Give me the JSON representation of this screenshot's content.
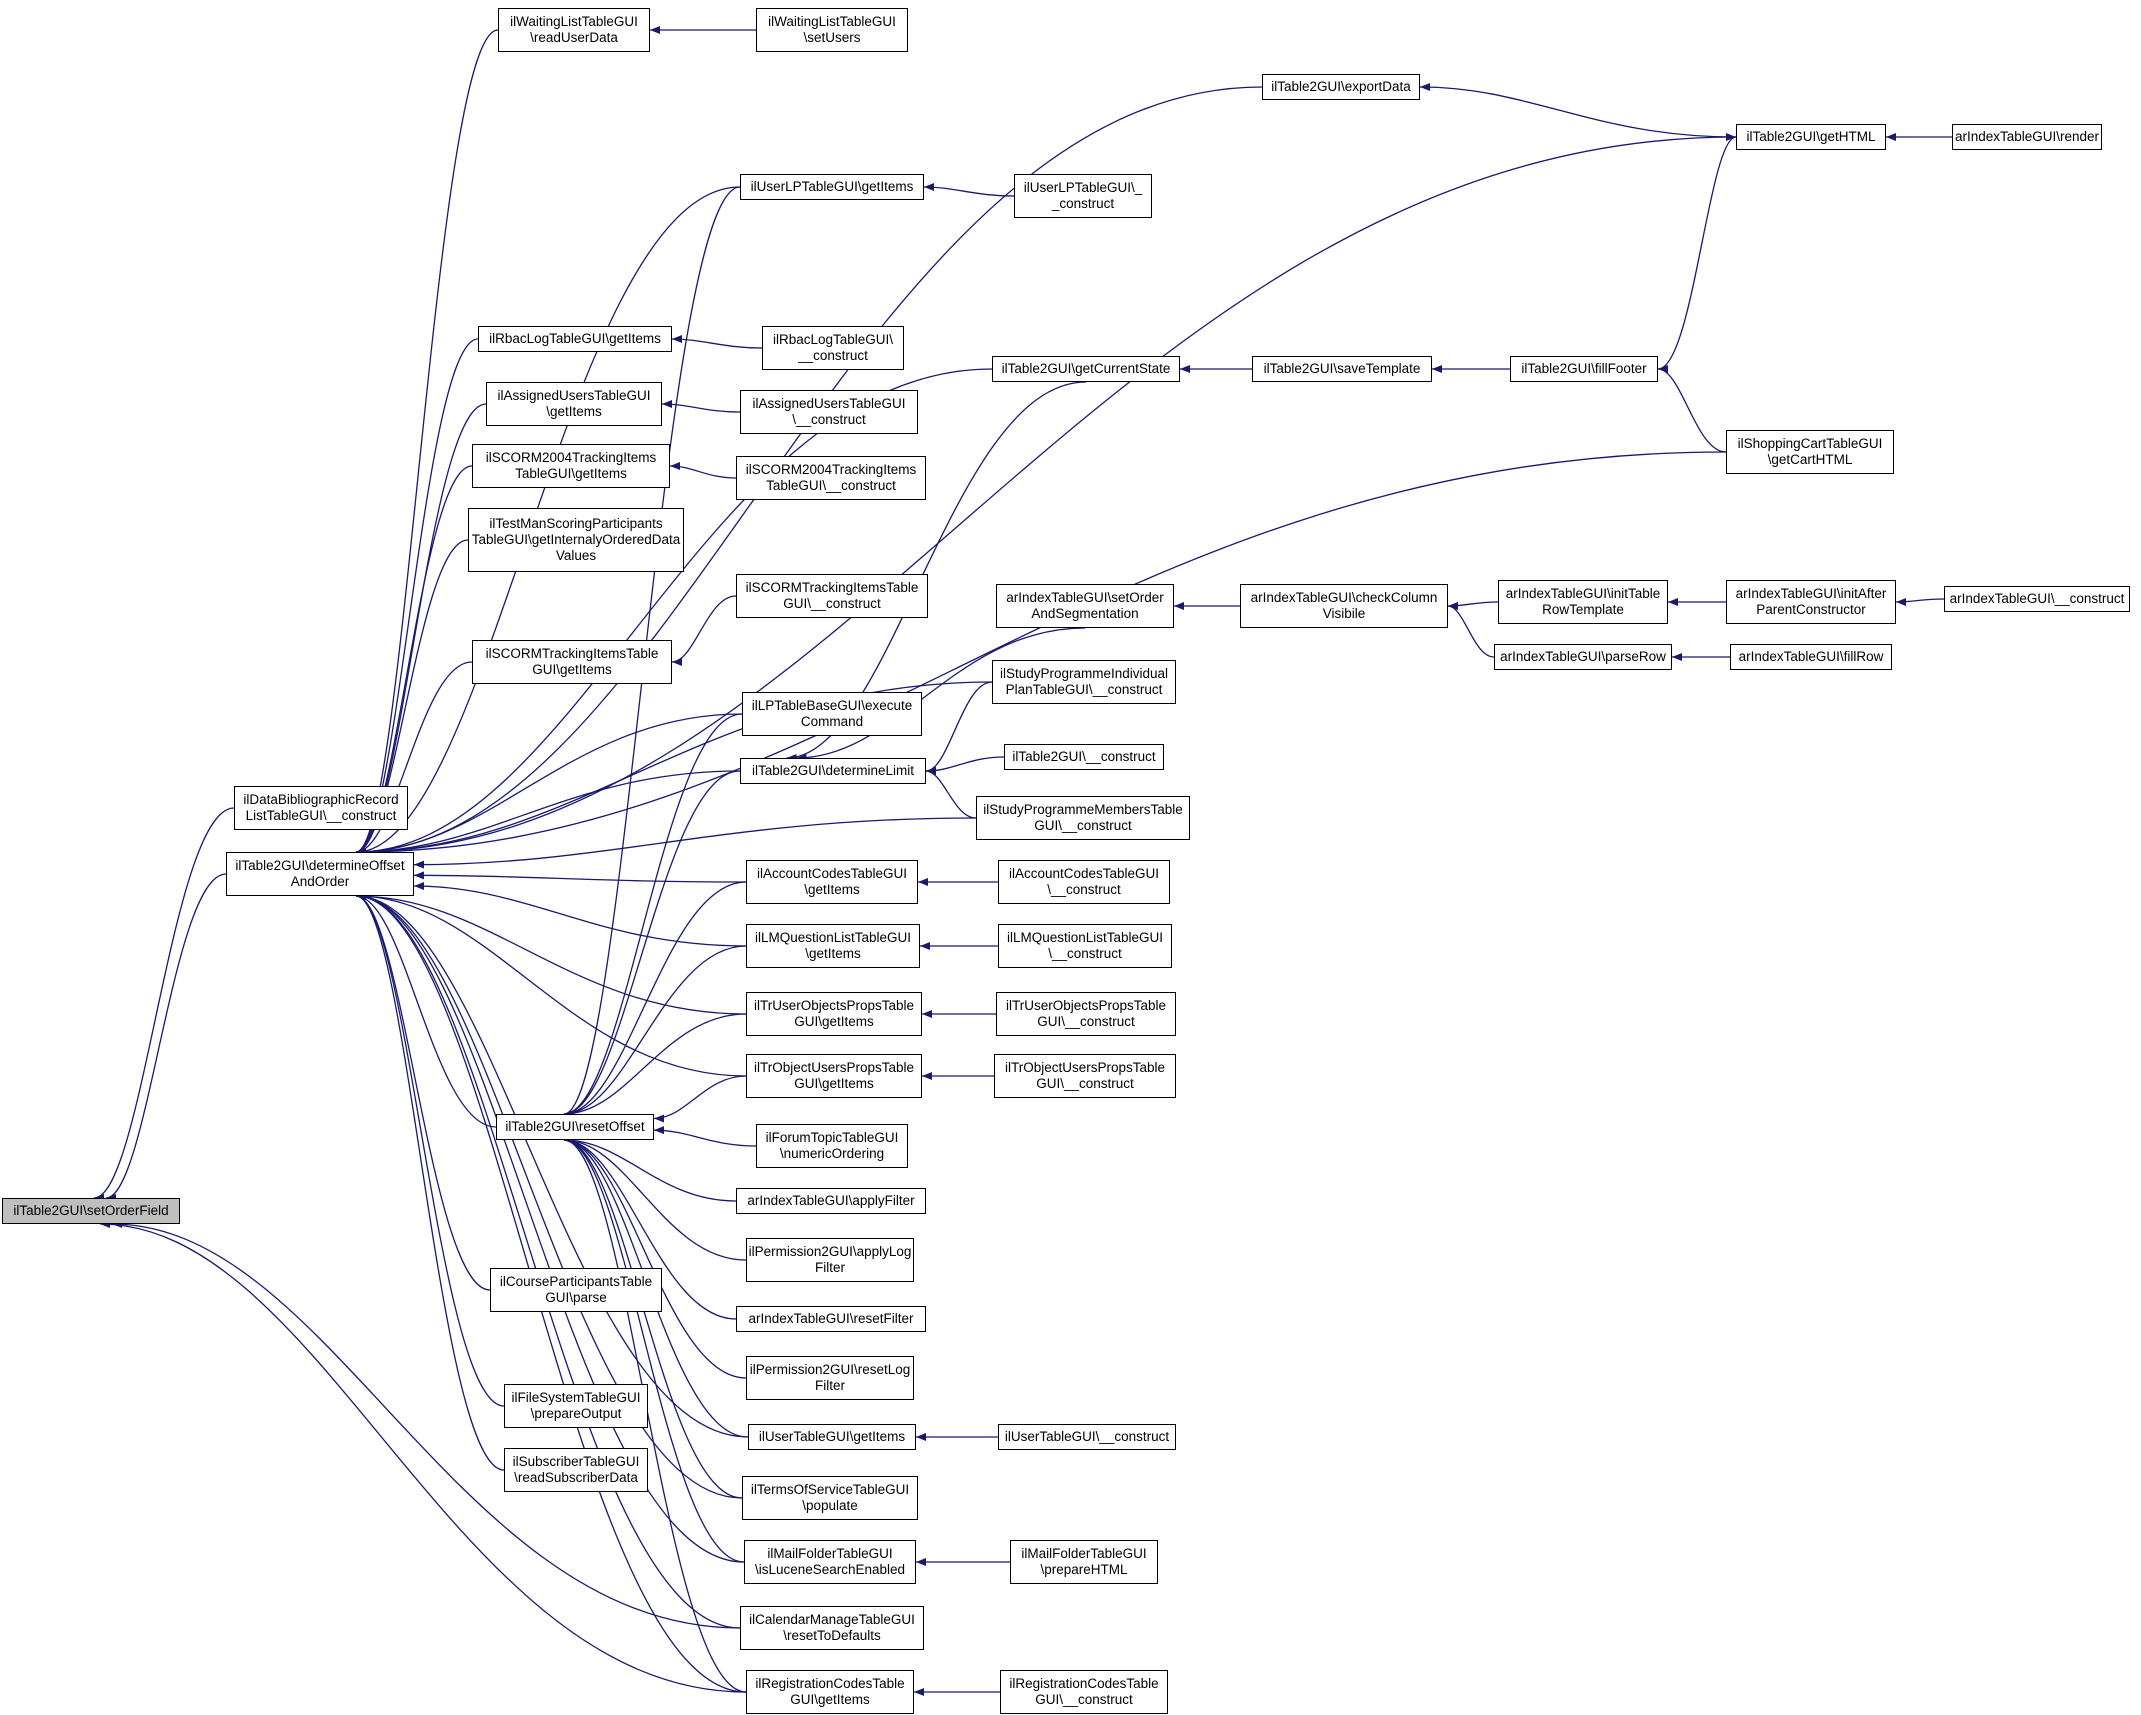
{
  "colors": {
    "edge": "#191970",
    "node_border": "#000000",
    "focus_fill": "#bfbfbf",
    "node_fill": "#ffffff"
  },
  "nodes": [
    {
      "id": "n0",
      "lines": [
        "ilTable2GUI\\setOrderField"
      ],
      "focus": true
    },
    {
      "id": "n1",
      "lines": [
        "ilDataBibliographicRecord",
        "ListTableGUI\\__construct"
      ]
    },
    {
      "id": "n2",
      "lines": [
        "ilTable2GUI\\determineOffset",
        "AndOrder"
      ]
    },
    {
      "id": "n3",
      "lines": [
        "ilCalendarManageTableGUI",
        "\\resetToDefaults"
      ]
    },
    {
      "id": "n4",
      "lines": [
        "ilRegistrationCodesTable",
        "GUI\\getItems"
      ]
    },
    {
      "id": "n5",
      "lines": [
        "ilWaitingListTableGUI",
        "\\readUserData"
      ]
    },
    {
      "id": "n6",
      "lines": [
        "ilWaitingListTableGUI",
        "\\setUsers"
      ]
    },
    {
      "id": "n7",
      "lines": [
        "ilTable2GUI\\exportData"
      ]
    },
    {
      "id": "n8",
      "lines": [
        "ilTable2GUI\\getHTML"
      ]
    },
    {
      "id": "n9",
      "lines": [
        "arIndexTableGUI\\render"
      ]
    },
    {
      "id": "n10",
      "lines": [
        "ilUserLPTableGUI\\getItems"
      ]
    },
    {
      "id": "n11",
      "lines": [
        "ilUserLPTableGUI\\_",
        "_construct"
      ]
    },
    {
      "id": "n12",
      "lines": [
        "ilRbacLogTableGUI\\getItems"
      ]
    },
    {
      "id": "n13",
      "lines": [
        "ilRbacLogTableGUI\\",
        "__construct"
      ]
    },
    {
      "id": "n14",
      "lines": [
        "ilAssignedUsersTableGUI",
        "\\getItems"
      ]
    },
    {
      "id": "n15",
      "lines": [
        "ilAssignedUsersTableGUI",
        "\\__construct"
      ]
    },
    {
      "id": "n16",
      "lines": [
        "ilSCORM2004TrackingItems",
        "TableGUI\\getItems"
      ]
    },
    {
      "id": "n17",
      "lines": [
        "ilSCORM2004TrackingItems",
        "TableGUI\\__construct"
      ]
    },
    {
      "id": "n18",
      "lines": [
        "ilTestManScoringParticipants",
        "TableGUI\\getInternalyOrderedData",
        "Values"
      ]
    },
    {
      "id": "n19",
      "lines": [
        "ilSCORMTrackingItemsTable",
        "GUI\\getItems"
      ]
    },
    {
      "id": "n20",
      "lines": [
        "ilSCORMTrackingItemsTable",
        "GUI\\__construct"
      ]
    },
    {
      "id": "n21",
      "lines": [
        "ilTable2GUI\\getCurrentState"
      ]
    },
    {
      "id": "n22",
      "lines": [
        "ilTable2GUI\\saveTemplate"
      ]
    },
    {
      "id": "n23",
      "lines": [
        "ilTable2GUI\\fillFooter"
      ]
    },
    {
      "id": "n24",
      "lines": [
        "ilShoppingCartTableGUI",
        "\\getCartHTML"
      ]
    },
    {
      "id": "n25",
      "lines": [
        "arIndexTableGUI\\setOrder",
        "AndSegmentation"
      ]
    },
    {
      "id": "n26",
      "lines": [
        "arIndexTableGUI\\checkColumn",
        "Visibile"
      ]
    },
    {
      "id": "n27",
      "lines": [
        "arIndexTableGUI\\initTable",
        "RowTemplate"
      ]
    },
    {
      "id": "n28",
      "lines": [
        "arIndexTableGUI\\initAfter",
        "ParentConstructor"
      ]
    },
    {
      "id": "n29",
      "lines": [
        "arIndexTableGUI\\__construct"
      ]
    },
    {
      "id": "n30",
      "lines": [
        "arIndexTableGUI\\parseRow"
      ]
    },
    {
      "id": "n31",
      "lines": [
        "arIndexTableGUI\\fillRow"
      ]
    },
    {
      "id": "n32",
      "lines": [
        "ilStudyProgrammeIndividual",
        "PlanTableGUI\\__construct"
      ]
    },
    {
      "id": "n33",
      "lines": [
        "ilLPTableBaseGUI\\execute",
        "Command"
      ]
    },
    {
      "id": "n34",
      "lines": [
        "ilTable2GUI\\determineLimit"
      ]
    },
    {
      "id": "n35",
      "lines": [
        "ilTable2GUI\\__construct"
      ]
    },
    {
      "id": "n36",
      "lines": [
        "ilStudyProgrammeMembersTable",
        "GUI\\__construct"
      ]
    },
    {
      "id": "n37",
      "lines": [
        "ilAccountCodesTableGUI",
        "\\getItems"
      ]
    },
    {
      "id": "n38",
      "lines": [
        "ilAccountCodesTableGUI",
        "\\__construct"
      ]
    },
    {
      "id": "n39",
      "lines": [
        "ilLMQuestionListTableGUI",
        "\\getItems"
      ]
    },
    {
      "id": "n40",
      "lines": [
        "ilLMQuestionListTableGUI",
        "\\__construct"
      ]
    },
    {
      "id": "n41",
      "lines": [
        "ilTrUserObjectsPropsTable",
        "GUI\\getItems"
      ]
    },
    {
      "id": "n42",
      "lines": [
        "ilTrUserObjectsPropsTable",
        "GUI\\__construct"
      ]
    },
    {
      "id": "n43",
      "lines": [
        "ilTrObjectUsersPropsTable",
        "GUI\\getItems"
      ]
    },
    {
      "id": "n44",
      "lines": [
        "ilTrObjectUsersPropsTable",
        "GUI\\__construct"
      ]
    },
    {
      "id": "n45",
      "lines": [
        "ilTable2GUI\\resetOffset"
      ]
    },
    {
      "id": "n46",
      "lines": [
        "ilForumTopicTableGUI",
        "\\numericOrdering"
      ]
    },
    {
      "id": "n47",
      "lines": [
        "arIndexTableGUI\\applyFilter"
      ]
    },
    {
      "id": "n48",
      "lines": [
        "ilPermission2GUI\\applyLog",
        "Filter"
      ]
    },
    {
      "id": "n49",
      "lines": [
        "arIndexTableGUI\\resetFilter"
      ]
    },
    {
      "id": "n50",
      "lines": [
        "ilPermission2GUI\\resetLog",
        "Filter"
      ]
    },
    {
      "id": "n51",
      "lines": [
        "ilCourseParticipantsTable",
        "GUI\\parse"
      ]
    },
    {
      "id": "n52",
      "lines": [
        "ilFileSystemTableGUI",
        "\\prepareOutput"
      ]
    },
    {
      "id": "n53",
      "lines": [
        "ilSubscriberTableGUI",
        "\\readSubscriberData"
      ]
    },
    {
      "id": "n54",
      "lines": [
        "ilUserTableGUI\\getItems"
      ]
    },
    {
      "id": "n55",
      "lines": [
        "ilUserTableGUI\\__construct"
      ]
    },
    {
      "id": "n56",
      "lines": [
        "ilTermsOfServiceTableGUI",
        "\\populate"
      ]
    },
    {
      "id": "n57",
      "lines": [
        "ilMailFolderTableGUI",
        "\\isLuceneSearchEnabled"
      ]
    },
    {
      "id": "n58",
      "lines": [
        "ilMailFolderTableGUI",
        "\\prepareHTML"
      ]
    },
    {
      "id": "n59",
      "lines": [
        "ilRegistrationCodesTable",
        "GUI\\__construct"
      ]
    }
  ],
  "edges": [
    [
      "n1",
      "n0"
    ],
    [
      "n2",
      "n0"
    ],
    [
      "n3",
      "n0"
    ],
    [
      "n4",
      "n0"
    ],
    [
      "n6",
      "n5"
    ],
    [
      "n8",
      "n7"
    ],
    [
      "n9",
      "n8"
    ],
    [
      "n11",
      "n10"
    ],
    [
      "n13",
      "n12"
    ],
    [
      "n15",
      "n14"
    ],
    [
      "n17",
      "n16"
    ],
    [
      "n20",
      "n19"
    ],
    [
      "n22",
      "n21"
    ],
    [
      "n23",
      "n22"
    ],
    [
      "n23",
      "n8"
    ],
    [
      "n24",
      "n23"
    ],
    [
      "n26",
      "n25"
    ],
    [
      "n27",
      "n26"
    ],
    [
      "n28",
      "n27"
    ],
    [
      "n29",
      "n28"
    ],
    [
      "n30",
      "n26"
    ],
    [
      "n31",
      "n30"
    ],
    [
      "n35",
      "n34"
    ],
    [
      "n36",
      "n34"
    ],
    [
      "n32",
      "n34"
    ],
    [
      "n38",
      "n37"
    ],
    [
      "n40",
      "n39"
    ],
    [
      "n42",
      "n41"
    ],
    [
      "n44",
      "n43"
    ],
    [
      "n55",
      "n54"
    ],
    [
      "n58",
      "n57"
    ],
    [
      "n59",
      "n4"
    ],
    [
      "n5",
      "n2"
    ],
    [
      "n7",
      "n2"
    ],
    [
      "n8",
      "n2"
    ],
    [
      "n10",
      "n2"
    ],
    [
      "n21",
      "n2"
    ],
    [
      "n12",
      "n2"
    ],
    [
      "n14",
      "n2"
    ],
    [
      "n16",
      "n2"
    ],
    [
      "n18",
      "n2"
    ],
    [
      "n24",
      "n2"
    ],
    [
      "n19",
      "n2"
    ],
    [
      "n32",
      "n2"
    ],
    [
      "n33",
      "n2"
    ],
    [
      "n34",
      "n2"
    ],
    [
      "n36",
      "n2"
    ],
    [
      "n37",
      "n2"
    ],
    [
      "n39",
      "n2"
    ],
    [
      "n41",
      "n2"
    ],
    [
      "n43",
      "n2"
    ],
    [
      "n45",
      "n2"
    ],
    [
      "n51",
      "n2"
    ],
    [
      "n52",
      "n2"
    ],
    [
      "n53",
      "n2"
    ],
    [
      "n54",
      "n2"
    ],
    [
      "n57",
      "n2"
    ],
    [
      "n3",
      "n2"
    ],
    [
      "n4",
      "n2"
    ],
    [
      "n56",
      "n2"
    ],
    [
      "n10",
      "n45"
    ],
    [
      "n33",
      "n45"
    ],
    [
      "n34",
      "n45"
    ],
    [
      "n37",
      "n45"
    ],
    [
      "n39",
      "n45"
    ],
    [
      "n41",
      "n45"
    ],
    [
      "n43",
      "n45"
    ],
    [
      "n46",
      "n45"
    ],
    [
      "n47",
      "n45"
    ],
    [
      "n48",
      "n45"
    ],
    [
      "n49",
      "n45"
    ],
    [
      "n50",
      "n45"
    ],
    [
      "n54",
      "n45"
    ],
    [
      "n56",
      "n45"
    ],
    [
      "n57",
      "n45"
    ],
    [
      "n4",
      "n45"
    ],
    [
      "n25",
      "n34"
    ],
    [
      "n21",
      "n34"
    ]
  ]
}
